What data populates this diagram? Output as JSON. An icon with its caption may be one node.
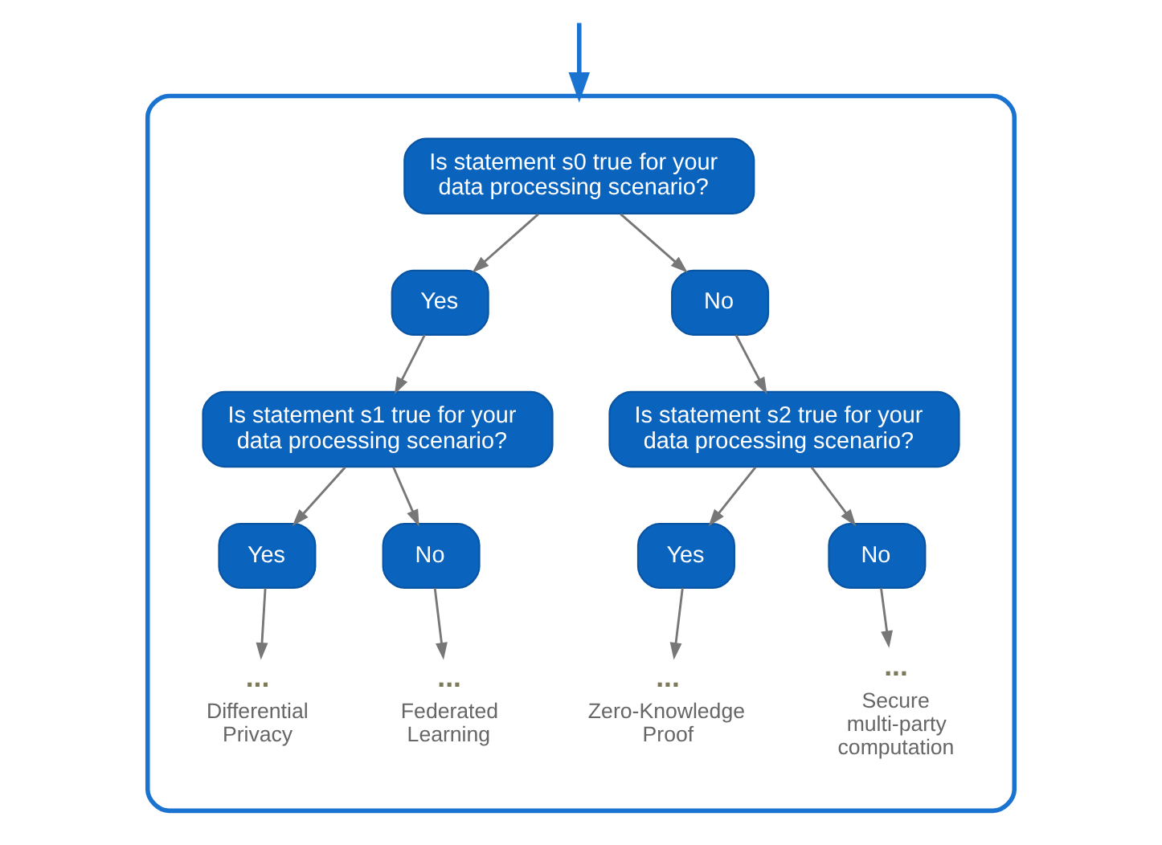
{
  "diagram": {
    "nodes": [
      {
        "text": [],
        "shape": "box"
      },
      {
        "text": [
          "Is statement *s0* true for your data processing scenario?"
        ],
        "in": 0
      },
      {
        "text": [
          "Yes"
        ],
        "in": 0
      },
      {
        "text": [
          "No"
        ],
        "in": 0
      },
      {
        "text": [
          "Is statement *s1* true for your data processing scenario?"
        ],
        "in": 0
      },
      {
        "text": [
          "Is statement *s2* true for your data processing scenario?"
        ],
        "in": 0
      },
      {
        "text": [
          "Yes"
        ],
        "in": 0
      },
      {
        "text": [
          "No"
        ],
        "in": 0
      },
      {
        "text": [
          "Yes"
        ],
        "in": 0
      },
      {
        "text": [
          "No"
        ],
        "in": 0
      },
      {
        "text": [
          "..."
        ],
        "beside": [
          "Differential Privacy"
        ],
        "in": 0
      },
      {
        "text": [
          "..."
        ],
        "beside": [
          "Federated Learning"
        ],
        "in": 0
      },
      {
        "text": [
          "..."
        ],
        "beside": [
          "Zero-Knowledge Proof"
        ],
        "in": 0
      },
      {
        "text": [
          "..."
        ],
        "beside": [
          "Secure multi-party computation"
        ],
        "in": 0
      }
    ],
    "edges": [
      {
        "from": null,
        "to": 0,
        "arrow": "to",
        "color": "#1a73d0"
      },
      {
        "from": 1,
        "to": 2,
        "arrow": "to"
      },
      {
        "from": 1,
        "to": 3,
        "arrow": "to"
      },
      {
        "from": 2,
        "to": 4,
        "arrow": "to"
      },
      {
        "from": 3,
        "to": 5,
        "arrow": "to"
      },
      {
        "from": 4,
        "to": 6,
        "arrow": "to"
      },
      {
        "from": 4,
        "to": 7,
        "arrow": "to"
      },
      {
        "from": 5,
        "to": 8,
        "arrow": "to"
      },
      {
        "from": 5,
        "to": 9,
        "arrow": "to"
      },
      {
        "from": 6,
        "to": 10,
        "arrow": "to"
      },
      {
        "from": 7,
        "to": 11,
        "arrow": "to"
      },
      {
        "from": 8,
        "to": 12,
        "arrow": "to"
      },
      {
        "from": 9,
        "to": 13,
        "arrow": "to"
      }
    ]
  }
}
